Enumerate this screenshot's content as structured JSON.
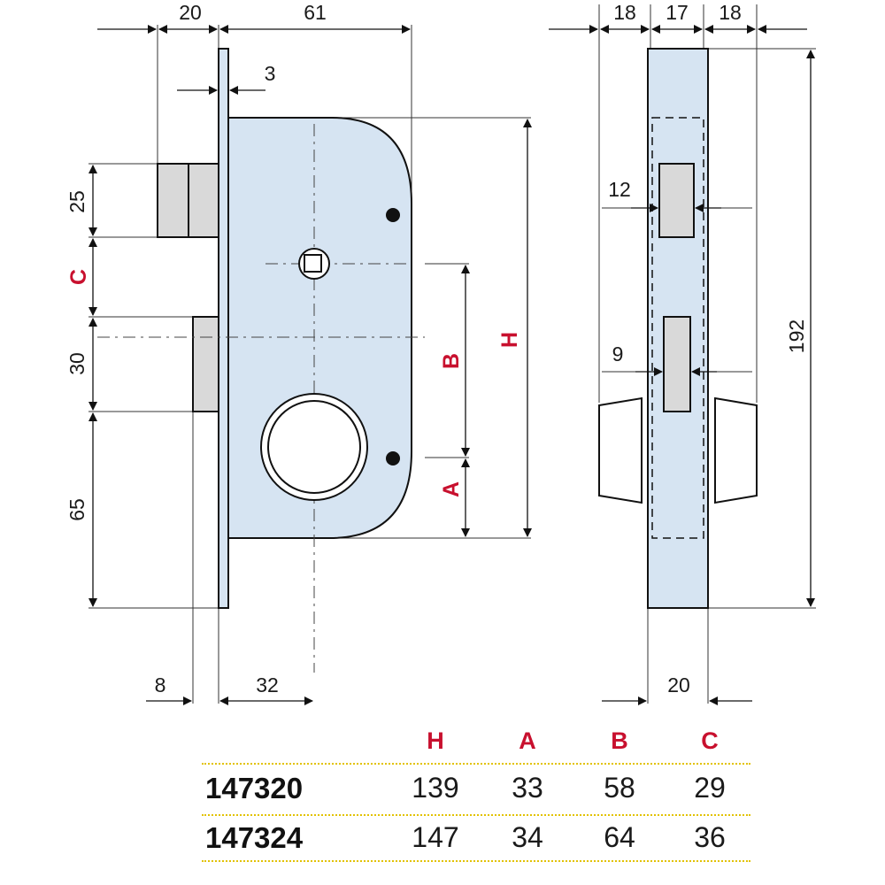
{
  "dimensions": {
    "front_top_left": "20",
    "front_top_right": "61",
    "plate_thickness": "3",
    "bolt_height": "25",
    "gap_c": "C",
    "latch_height": "30",
    "lower_height": "65",
    "span_b": "B",
    "span_a": "A",
    "span_h": "H",
    "bottom_left": "8",
    "bottom_right": "32",
    "side_top_left": "18",
    "side_top_mid": "17",
    "side_top_right": "18",
    "side_bolt_width": "12",
    "side_latch_width": "9",
    "side_total_height": "192",
    "side_bottom": "20"
  },
  "table": {
    "headers": [
      "H",
      "A",
      "B",
      "C"
    ],
    "rows": [
      {
        "code": "147320",
        "values": [
          "139",
          "33",
          "58",
          "29"
        ]
      },
      {
        "code": "147324",
        "values": [
          "147",
          "34",
          "64",
          "36"
        ]
      }
    ]
  },
  "colors": {
    "body_fill": "#d6e4f2",
    "bolt_fill": "#d9d9d9",
    "label_red": "#c8102e",
    "separator": "#e2c200"
  }
}
